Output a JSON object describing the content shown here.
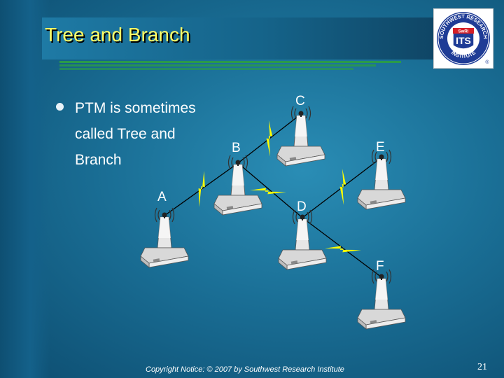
{
  "slide": {
    "title": "Tree and Branch",
    "bullet": {
      "lines": [
        "PTM is sometimes",
        "called Tree and",
        "Branch"
      ]
    },
    "logo": {
      "top_text": "SOUTHWEST RESEARCH",
      "bottom_text": "INSTITUTE",
      "center_text": "ITS",
      "badge_text": "SwRI"
    },
    "diagram": {
      "nodes": [
        "A",
        "B",
        "C",
        "D",
        "E",
        "F"
      ]
    },
    "copyright": "Copyright Notice: © 2007 by Southwest Research Institute",
    "page_number": "21"
  },
  "colors": {
    "title_text": "#ffff66",
    "background": "#1a6f96",
    "lightning": "#ffff00",
    "rule_green": "#2a9a4a"
  }
}
